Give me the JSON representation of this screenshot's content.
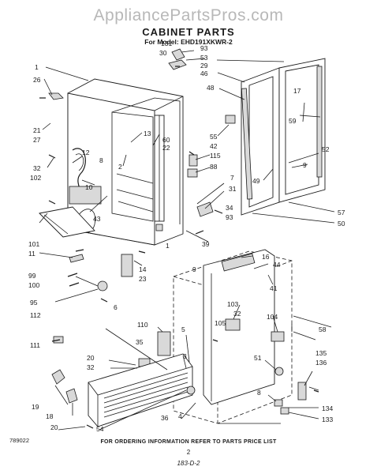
{
  "header": {
    "watermark": "AppliancePartsPros.com",
    "title": "CABINET PARTS",
    "subtitle": "For Model: EHD191XKWR-2"
  },
  "footer": {
    "date_code": "789022",
    "note": "FOR ORDERING INFORMATION REFER TO PARTS PRICE LIST",
    "page_number": "2",
    "handwritten_mark": "183-D-2"
  },
  "callouts": [
    "1",
    "26",
    "21",
    "27",
    "32",
    "102",
    "12",
    "10",
    "43",
    "101",
    "11",
    "99",
    "100",
    "95",
    "112",
    "111",
    "20",
    "32",
    "19",
    "18",
    "20",
    "13",
    "60",
    "22",
    "2",
    "8",
    "3",
    "5",
    "4",
    "35",
    "110",
    "36",
    "54",
    "131",
    "30",
    "93",
    "53",
    "29",
    "46",
    "48",
    "55",
    "42",
    "115",
    "88",
    "7",
    "31",
    "34",
    "93",
    "39",
    "14",
    "23",
    "6",
    "9",
    "16",
    "44",
    "41",
    "104",
    "103",
    "32",
    "105",
    "1",
    "58",
    "135",
    "136",
    "51",
    "8",
    "134",
    "133",
    "17",
    "59",
    "52",
    "9",
    "49",
    "57",
    "50"
  ],
  "icons": [
    "refrigerator-cabinet-drawing",
    "freezer-door-drawing",
    "door-gasket-drawing",
    "toe-grille-drawing",
    "hinge-drawing",
    "screw-drawing"
  ]
}
